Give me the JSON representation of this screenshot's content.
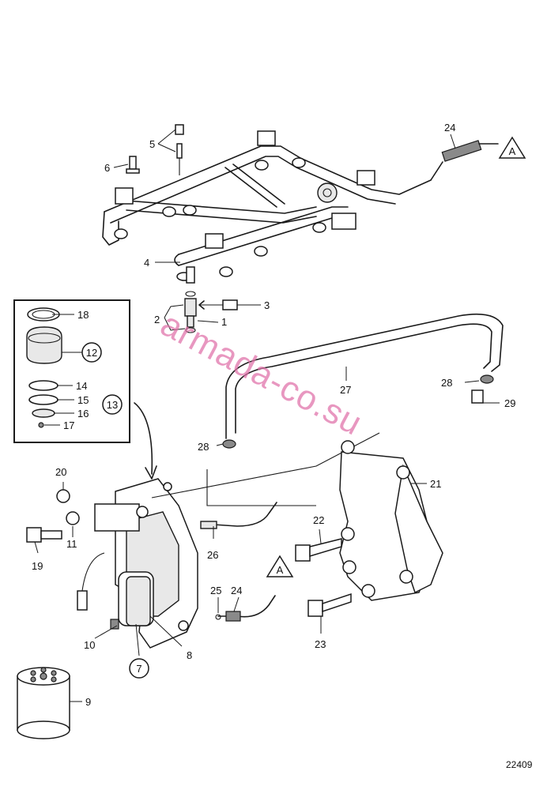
{
  "labels": {
    "p1": "1",
    "p2": "2",
    "p3": "3",
    "p4": "4",
    "p5": "5",
    "p6": "6",
    "p7": "7",
    "p8": "8",
    "p9": "9",
    "p10": "10",
    "p11": "11",
    "p12": "12",
    "p13": "13",
    "p14": "14",
    "p15": "15",
    "p16": "16",
    "p17": "17",
    "p18": "18",
    "p19": "19",
    "p20": "20",
    "p21": "21",
    "p22": "22",
    "p23": "23",
    "p24a": "24",
    "p24b": "24",
    "p25": "25",
    "p26": "26",
    "p27": "27",
    "p28a": "28",
    "p28b": "28",
    "p29": "29"
  },
  "references": {
    "a_top": "A",
    "a_bottom": "A"
  },
  "watermark": "armada-co.su",
  "drawing_number": "22409",
  "colors": {
    "line": "#1a1a1a",
    "watermark": "#e070a8",
    "background": "#ffffff"
  }
}
